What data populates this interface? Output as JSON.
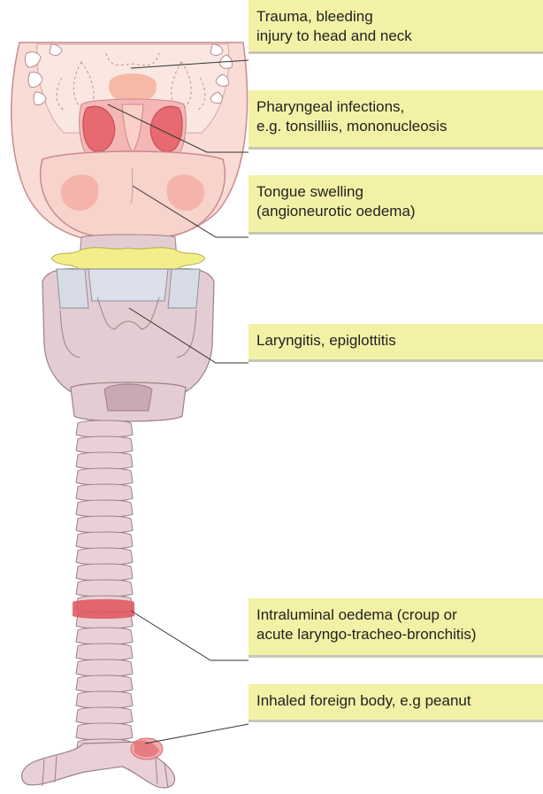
{
  "colors": {
    "label_fill": "#f3f1a6",
    "label_shadow": "#c8c6b6",
    "leader_line": "#333333",
    "mouth_tissue": "#f9dcd5",
    "tonsil_red": "#e66a6f",
    "epiglottis_yellow": "#f2ee8a",
    "larynx_mauve": "#e4cdd2",
    "trachea_ring": "#e8d0d6",
    "oedema_red": "#e0545b"
  },
  "labels": [
    {
      "id": "trauma",
      "lines": [
        "Trauma, bleeding",
        "injury to head and neck"
      ]
    },
    {
      "id": "pharyngeal",
      "lines": [
        "Pharyngeal infections,",
        "e.g. tonsilliis, mononucleosis"
      ]
    },
    {
      "id": "tongue",
      "lines": [
        "Tongue swelling",
        "(angioneurotic oedema)"
      ]
    },
    {
      "id": "laryngitis",
      "lines": [
        "Laryngitis, epiglottitis"
      ]
    },
    {
      "id": "intraluminal",
      "lines": [
        "Intraluminal oedema (croup or",
        "acute laryngo-tracheo-bronchitis)"
      ]
    },
    {
      "id": "foreign-body",
      "lines": [
        "Inhaled foreign body, e.g peanut"
      ]
    }
  ]
}
